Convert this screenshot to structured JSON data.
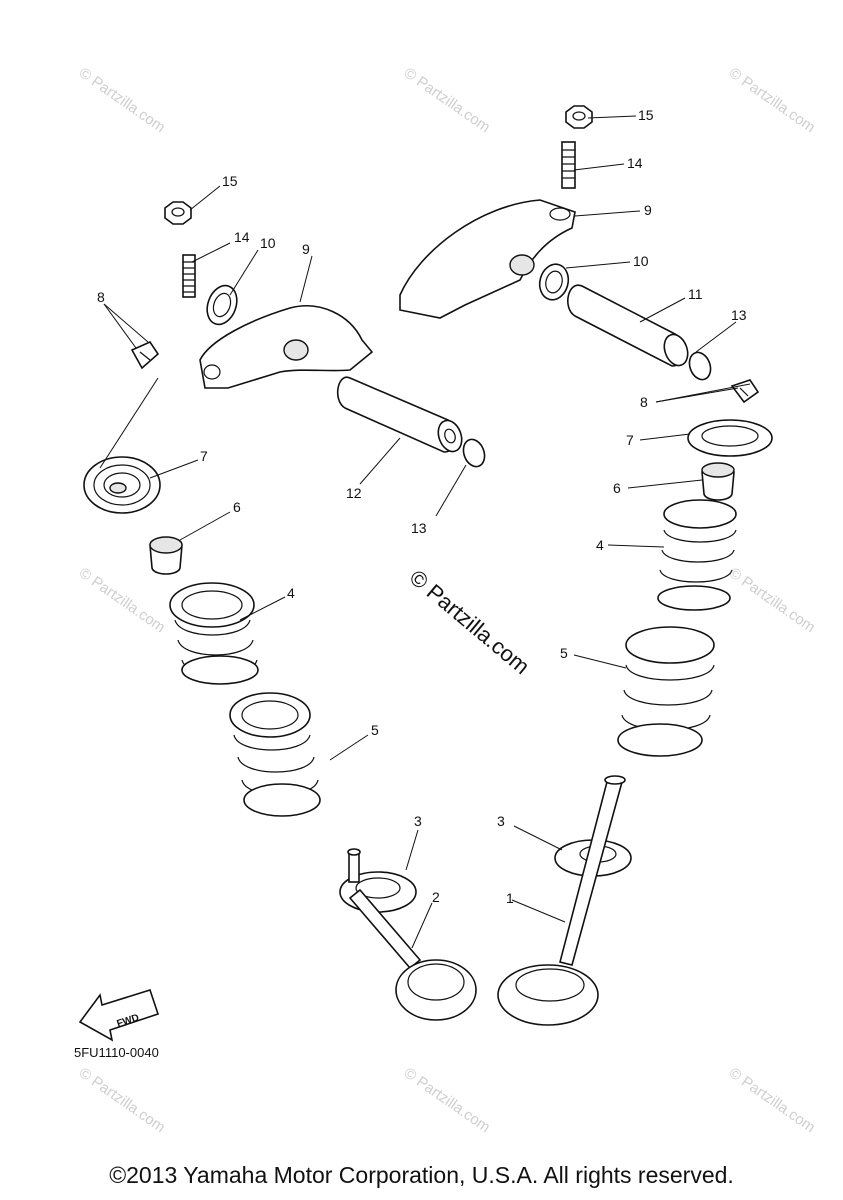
{
  "diagram": {
    "part_code": "5FU1110-0040",
    "fwd_label": "FWD",
    "center_watermark": "© Partzilla.com",
    "watermark": "© Partzilla.com",
    "copyright": "©2013 Yamaha Motor Corporation, U.S.A. All rights reserved.",
    "labels": {
      "l1": "1",
      "l2": "2",
      "l3a": "3",
      "l3b": "3",
      "l4a": "4",
      "l4b": "4",
      "l5a": "5",
      "l5b": "5",
      "l6a": "6",
      "l6b": "6",
      "l7a": "7",
      "l7b": "7",
      "l8a": "8",
      "l8b": "8",
      "l9a": "9",
      "l9b": "9",
      "l10a": "10",
      "l10b": "10",
      "l11": "11",
      "l12": "12",
      "l13a": "13",
      "l13b": "13",
      "l14a": "14",
      "l14b": "14",
      "l15a": "15",
      "l15b": "15"
    }
  }
}
